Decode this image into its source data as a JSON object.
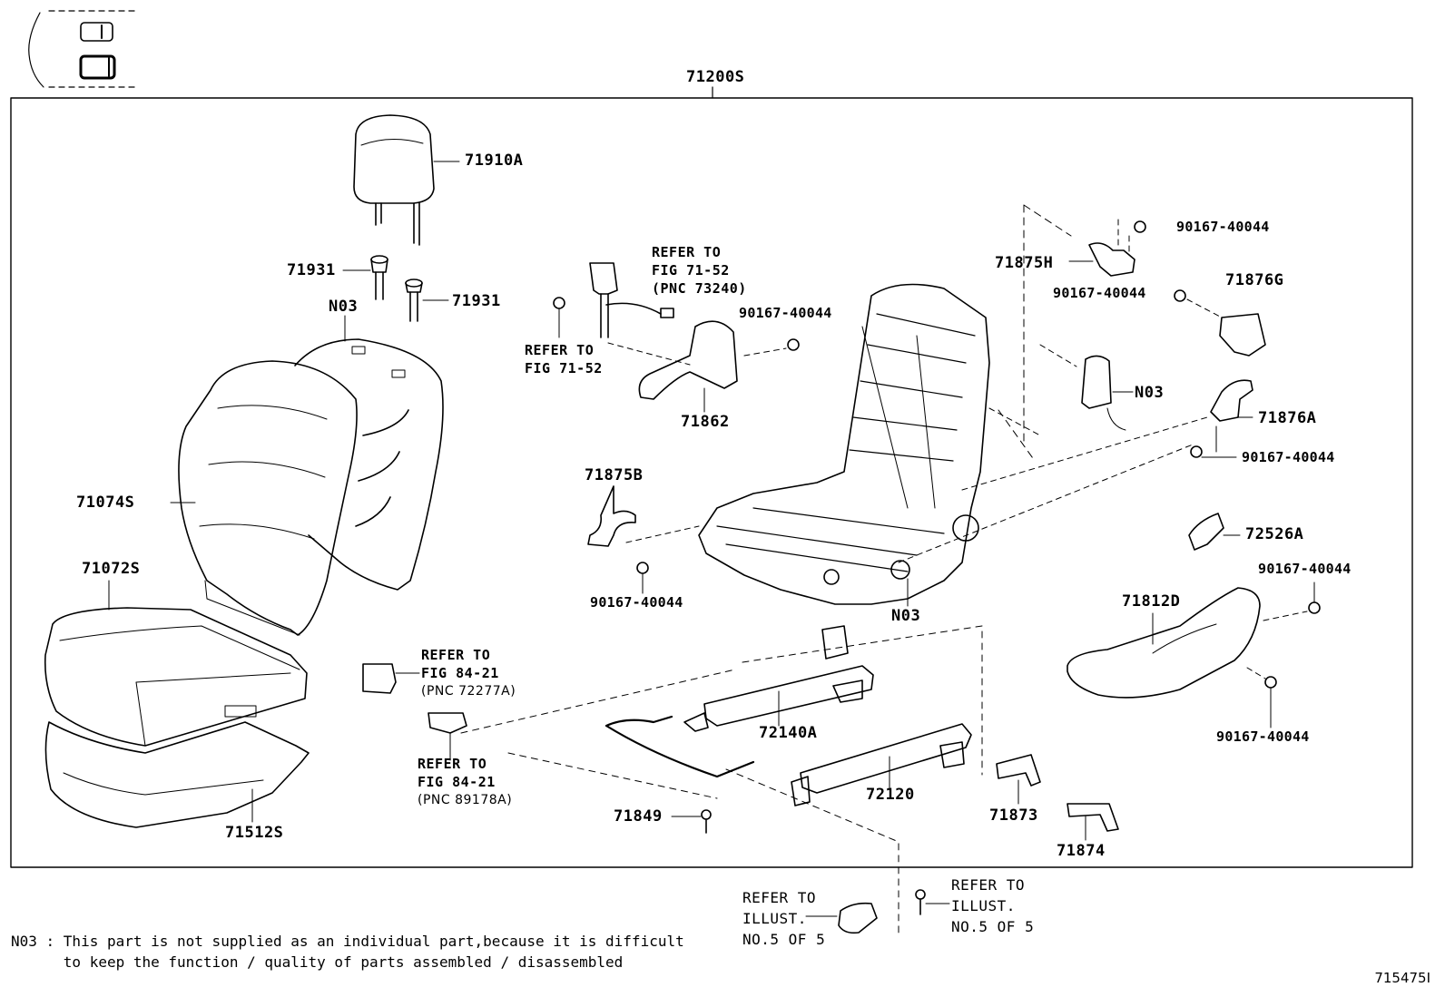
{
  "assembly_label": "71200S",
  "labels": {
    "headrest": "71910A",
    "guide_left": "71931",
    "guide_right": "71931",
    "n03_back_cover": "N03",
    "back_cover": "71074S",
    "cushion_cover": "71072S",
    "cushion_pad": "71512S",
    "belt_bracket": "71862",
    "bolt_belt": "90167-40044",
    "bracket_b": "71875B",
    "bolt_bracket_b": "90167-40044",
    "frame_n03": "N03",
    "bracket_h": "71875H",
    "bolt_h_top": "90167-40044",
    "bolt_g": "90167-40044",
    "cover_g": "71876G",
    "airbag_n03": "N03",
    "cover_a": "71876A",
    "bolt_a": "90167-40044",
    "knob": "72526A",
    "shield": "71812D",
    "bolt_shield_top": "90167-40044",
    "bolt_shield_bottom": "90167-40044",
    "track_right": "72140A",
    "track_left": "72120",
    "wire": "71849",
    "cover_873": "71873",
    "cover_874": "71874"
  },
  "refs": {
    "buckle": [
      "REFER TO",
      "FIG 71-52",
      "(PNC 73240)"
    ],
    "bolt_ref": [
      "REFER TO",
      "FIG 71-52"
    ],
    "switch1": [
      "REFER TO",
      "FIG 84-21",
      "(PNC 72277A)"
    ],
    "switch2": [
      "REFER TO",
      "FIG 84-21",
      "(PNC 89178A)"
    ],
    "illust_left": [
      "REFER TO",
      "ILLUST.",
      "NO.5 OF 5"
    ],
    "illust_right": [
      "REFER TO",
      "ILLUST.",
      "NO.5 OF 5"
    ]
  },
  "footnote": {
    "line1": "N03 : This part is not supplied as an individual part,because it is difficult",
    "line2": "      to keep the function / quality of parts assembled / disassembled"
  },
  "figure_id": "715475I"
}
